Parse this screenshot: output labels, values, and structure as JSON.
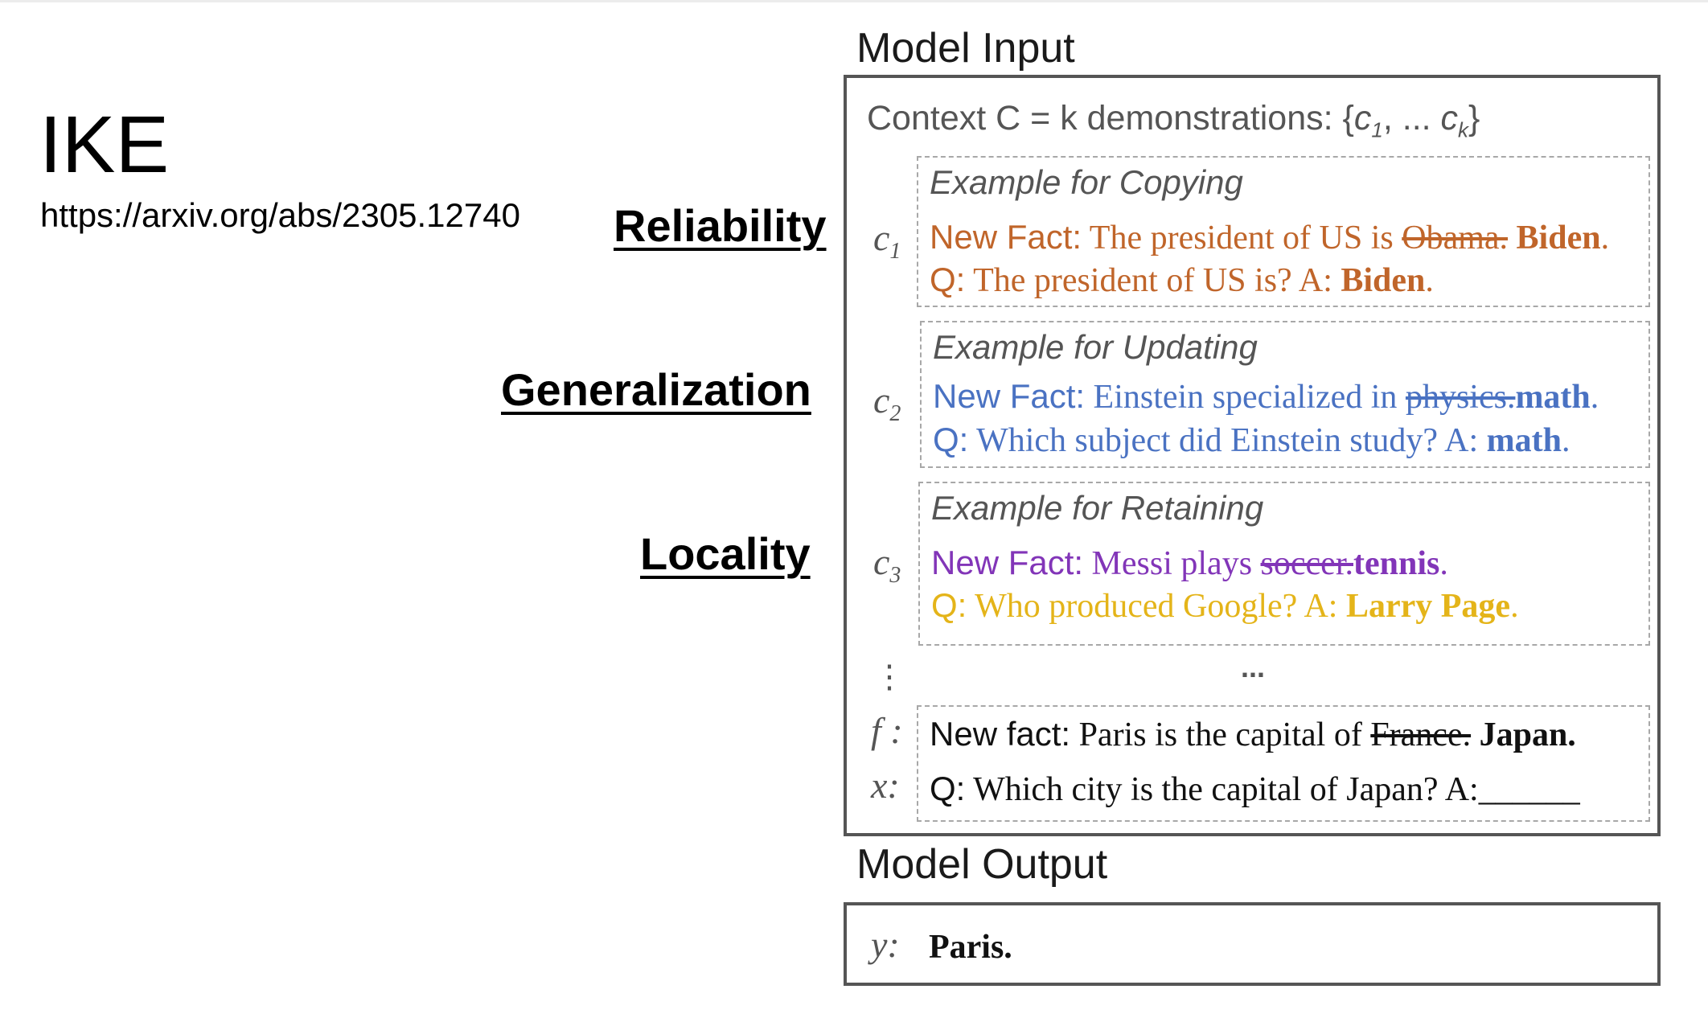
{
  "title": "IKE",
  "url": "https://arxiv.org/abs/2305.12740",
  "labels": {
    "reliability": "Reliability",
    "generalization": "Generalization",
    "locality": "Locality"
  },
  "model_input": {
    "heading": "Model Input",
    "context": "Context C = k demonstrations: {c1, ... ck}",
    "examples": [
      {
        "var": "c1",
        "title": "Example for Copying",
        "fact_prefix": "New Fact:",
        "fact_text": "The president of US is",
        "fact_old": "Obama.",
        "fact_new": "Biden",
        "q_prefix": "Q:",
        "q_text": "The president of  US is? A:",
        "q_answer": "Biden",
        "color": "#c0652a"
      },
      {
        "var": "c2",
        "title": "Example for Updating",
        "fact_prefix": "New Fact:",
        "fact_text": "Einstein specialized in",
        "fact_old": "physics.",
        "fact_new": "math",
        "q_prefix": "Q:",
        "q_text": "Which subject did Einstein study? A:",
        "q_answer": "math",
        "color": "#4a72c2"
      },
      {
        "var": "c3",
        "title": "Example for Retaining",
        "fact_prefix": "New Fact:",
        "fact_text": "Messi plays",
        "fact_old": "soccer.",
        "fact_new": "tennis",
        "q_prefix": "Q:",
        "q_text": "Who produced Google? A:",
        "q_answer": "Larry Page",
        "fact_color": "#8235b8",
        "q_color": "#e4b419"
      }
    ],
    "vertical_ellipsis": "⋮",
    "ellipsis": "...",
    "final": {
      "f_var": "f :",
      "x_var": "x:",
      "fact_prefix": "New fact:",
      "fact_text": "Paris is the capital of",
      "fact_old": "France.",
      "fact_new": "Japan.",
      "q_prefix": "Q:",
      "q_text": "Which city is the capital of Japan? A:______"
    }
  },
  "model_output": {
    "heading": "Model Output",
    "var": "y:",
    "answer": "Paris."
  }
}
